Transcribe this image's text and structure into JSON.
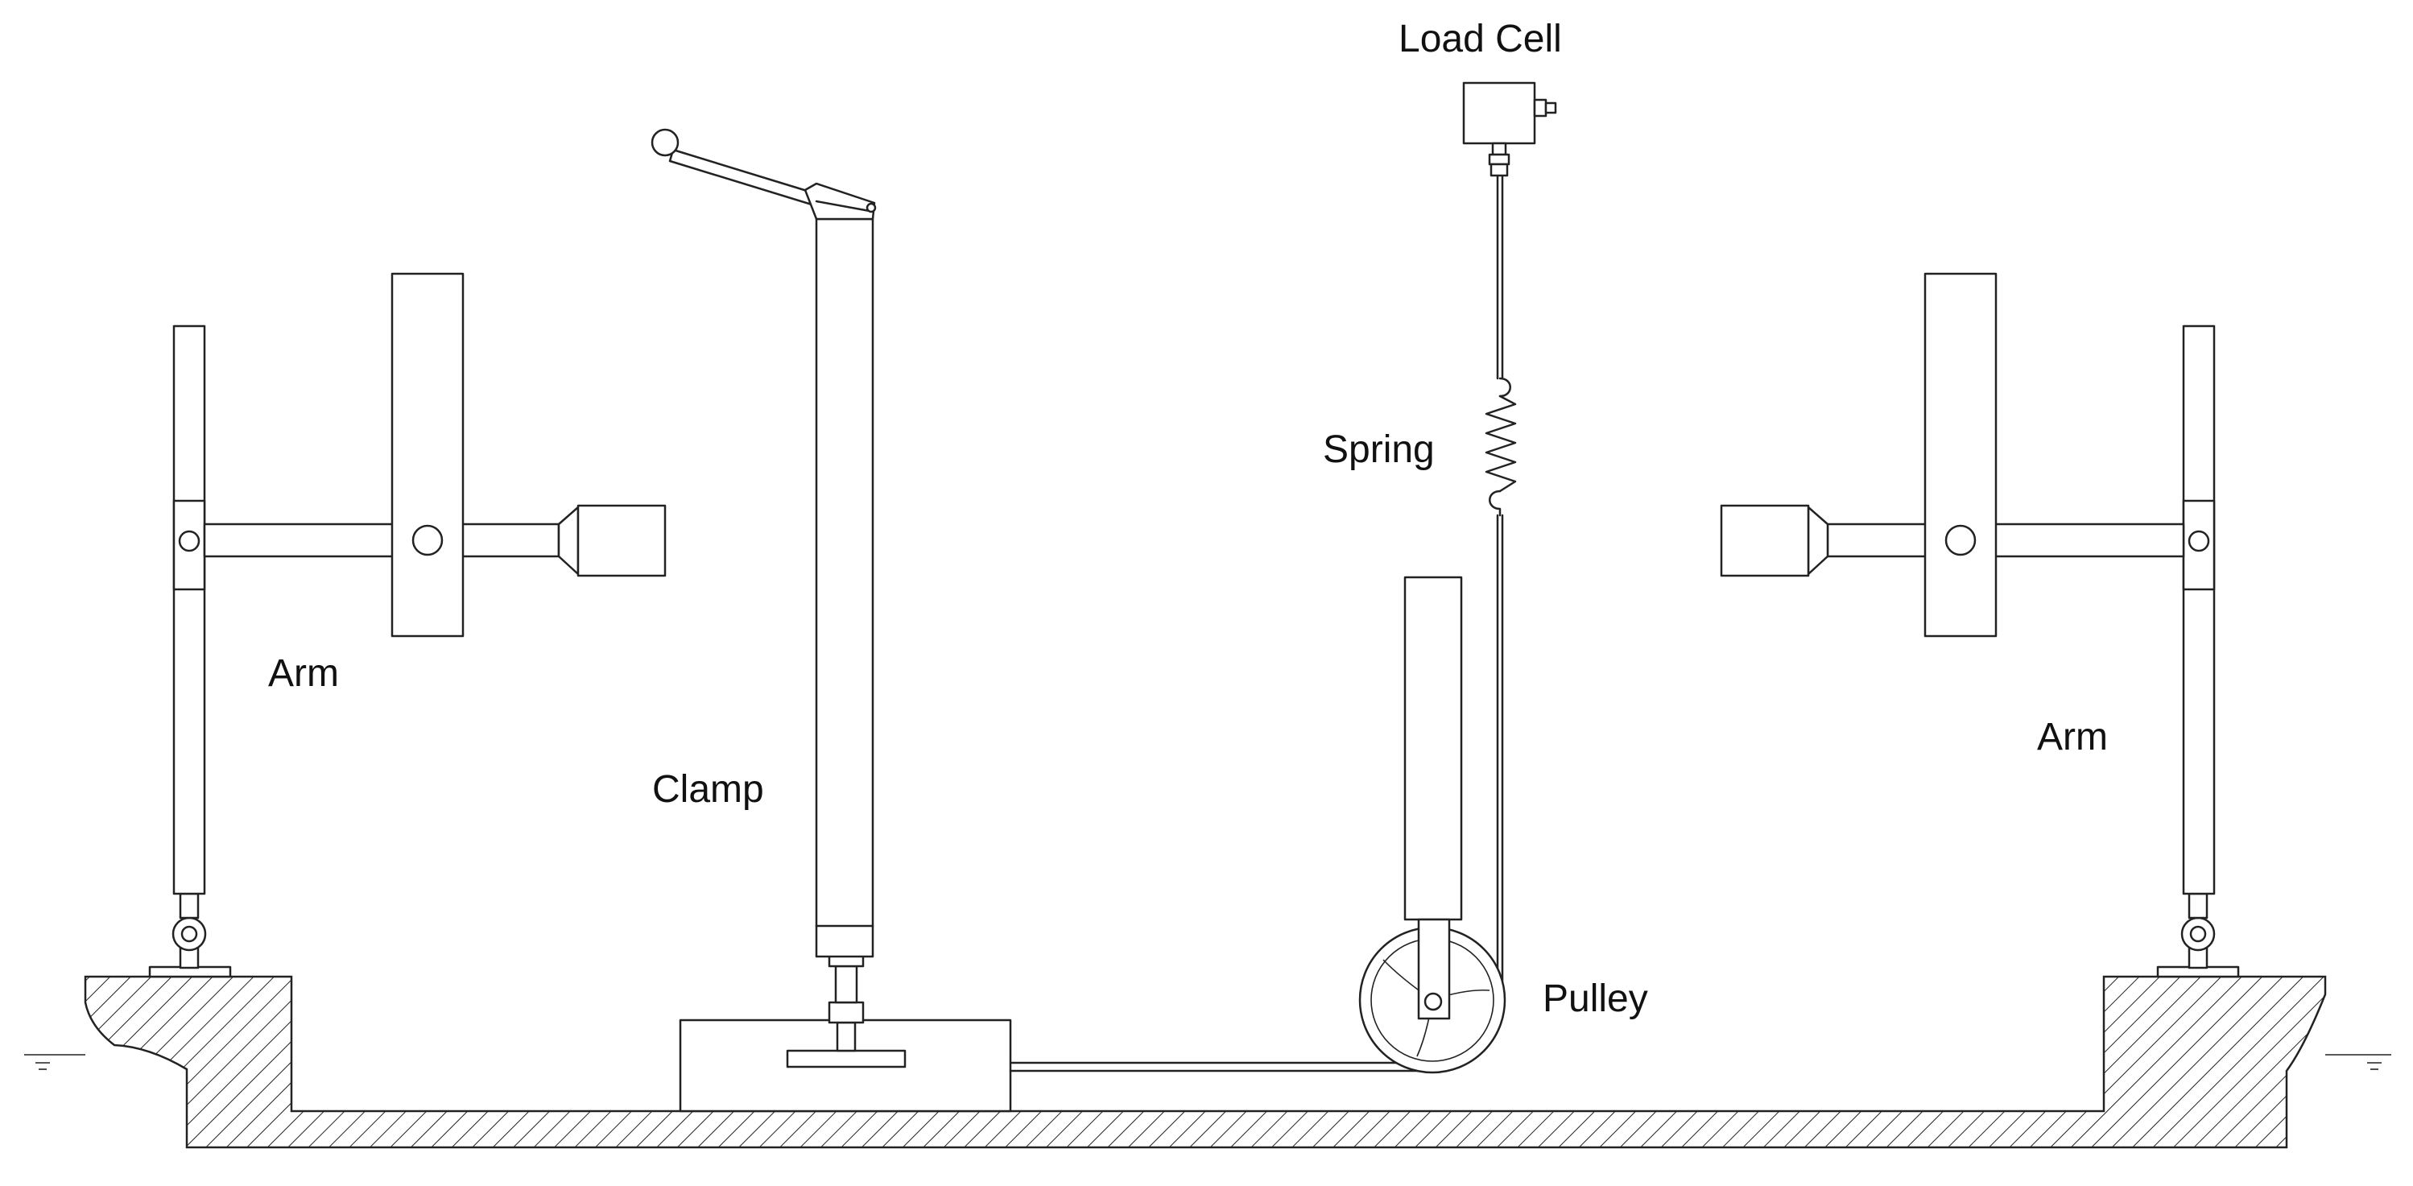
{
  "labels": {
    "load_cell": "Load Cell",
    "spring": "Spring",
    "arm_left": "Arm",
    "arm_right": "Arm",
    "clamp": "Clamp",
    "pulley": "Pulley"
  },
  "colors": {
    "line": "#222222",
    "background": "#ffffff",
    "text": "#111111"
  }
}
